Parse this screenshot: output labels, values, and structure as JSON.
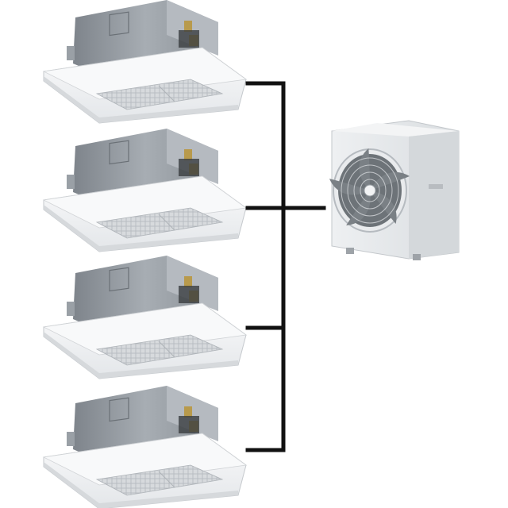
{
  "scene": {
    "description_visible_text": "",
    "indoor_units": [
      {
        "type": "ceiling-cassette-4-way"
      },
      {
        "type": "ceiling-cassette-4-way"
      },
      {
        "type": "ceiling-cassette-4-way"
      },
      {
        "type": "ceiling-cassette-4-way"
      }
    ],
    "outdoor_unit": {
      "type": "single-fan-outdoor-unit"
    },
    "connection": {
      "style": "branch-piping",
      "color": "#111111"
    }
  },
  "colors": {
    "background": "#ffffff",
    "panel_white": "#f4f5f6",
    "body_grey": "#8e949b",
    "grille_grey": "#c9cdd1",
    "fan_dark": "#6d7378",
    "pipe_brass": "#b89a4c",
    "line": "#111111"
  }
}
